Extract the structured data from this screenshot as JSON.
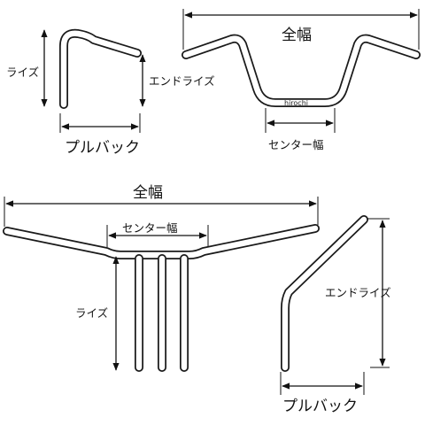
{
  "diagram": {
    "labels": {
      "full_width": "全幅",
      "center_width": "センター幅",
      "rise": "ライズ",
      "end_rise": "エンドライズ",
      "pullback": "プルバック"
    },
    "watermark": "hirochi",
    "colors": {
      "line": "#111111",
      "background": "#ffffff"
    }
  }
}
